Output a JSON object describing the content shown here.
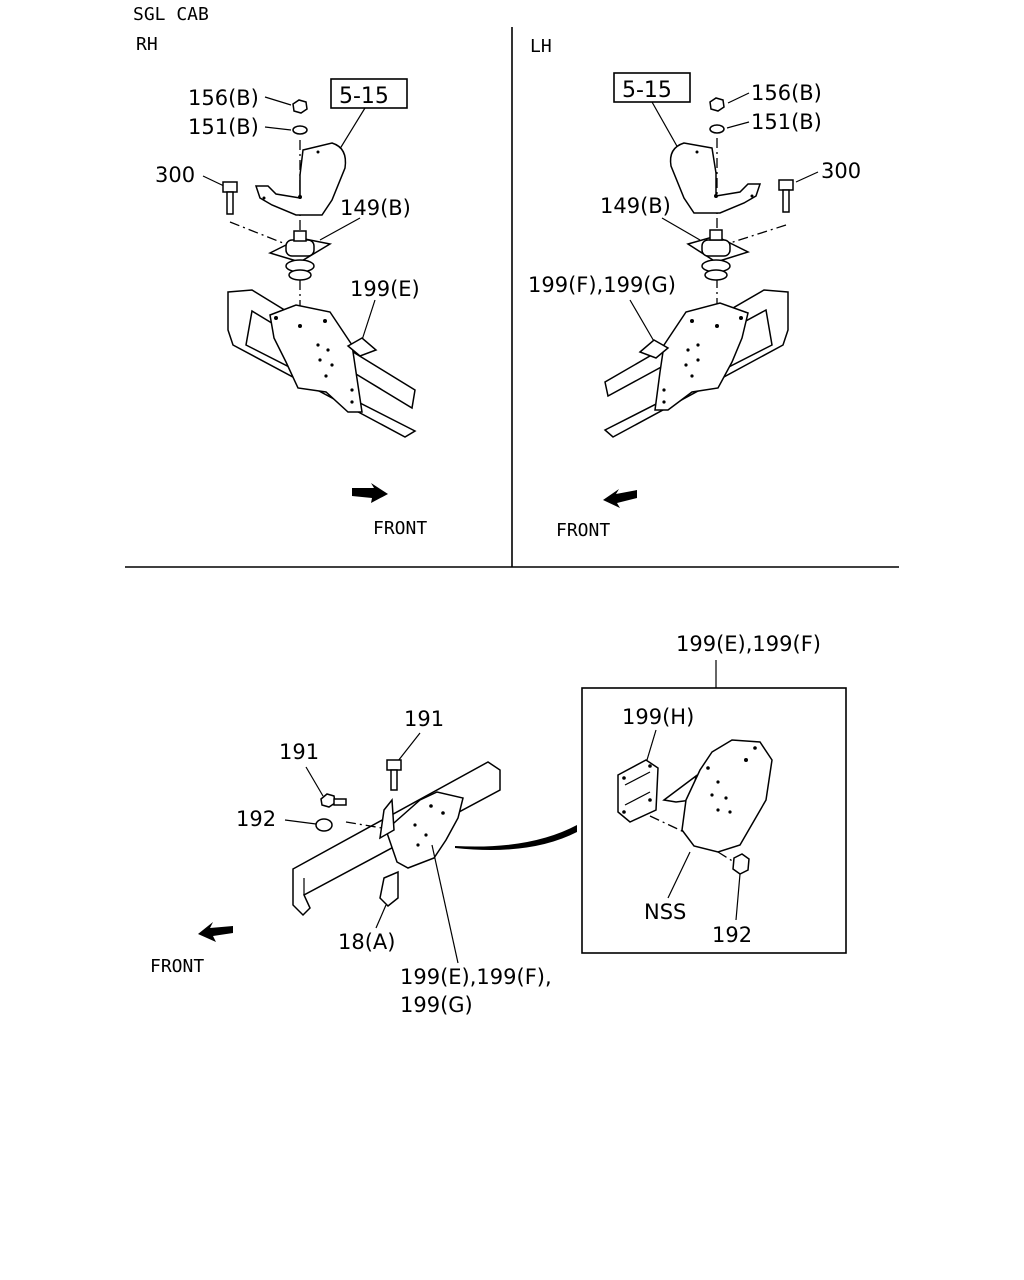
{
  "header": {
    "line1": "SGL CAB",
    "line2": "RH"
  },
  "rh": {
    "ref_box": "5-15",
    "labels": [
      "156(B)",
      "151(B)",
      "300",
      "149(B)",
      "199(E)"
    ],
    "front": "FRONT"
  },
  "lh": {
    "side": "LH",
    "ref_box": "5-15",
    "labels": [
      "156(B)",
      "151(B)",
      "300",
      "149(B)",
      "199(F),199(G)"
    ],
    "front": "FRONT"
  },
  "bottom": {
    "labels": [
      "191",
      "191",
      "192",
      "18(A)",
      "199(E),199(F),",
      "199(G)"
    ],
    "front": "FRONT"
  },
  "detail": {
    "title": "199(E),199(F)",
    "labels": [
      "199(H)",
      "NSS",
      "192"
    ]
  }
}
